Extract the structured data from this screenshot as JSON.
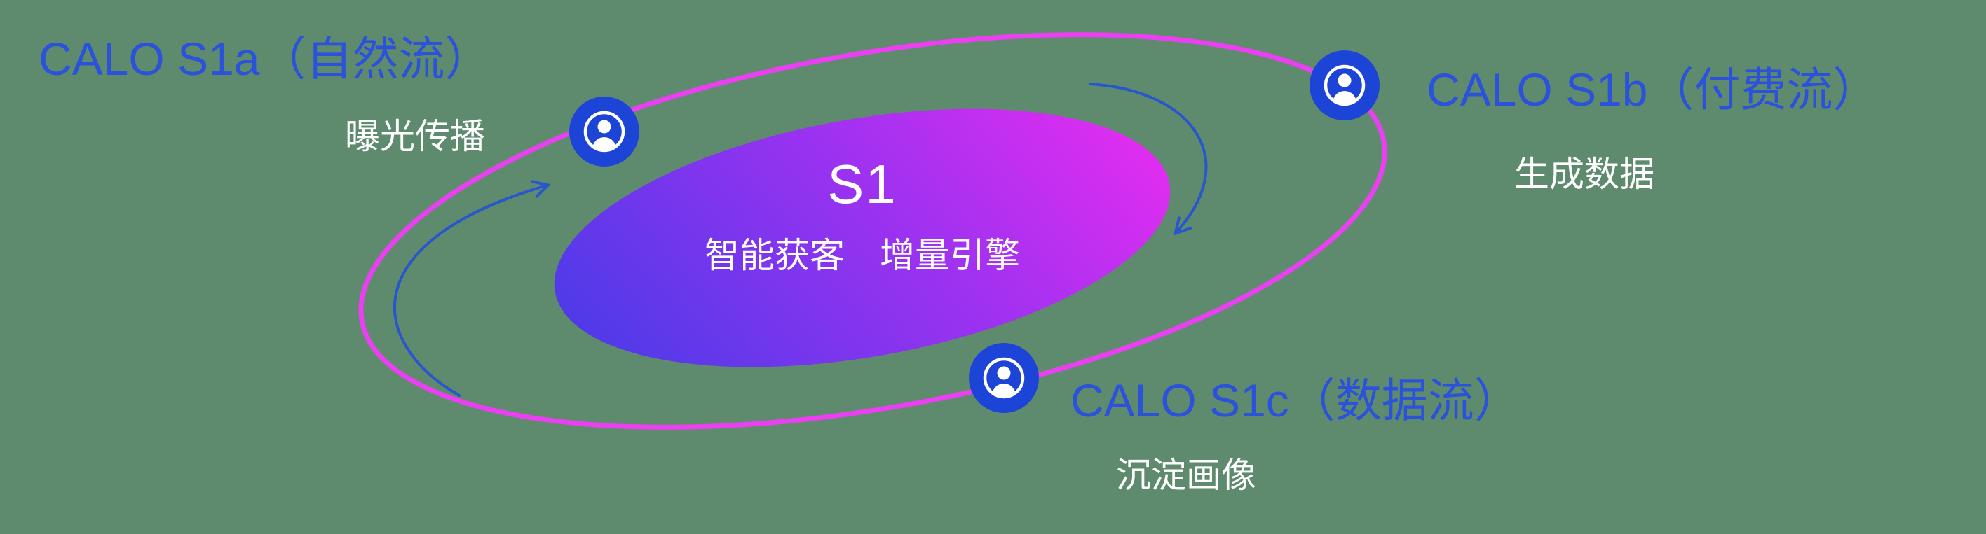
{
  "colors": {
    "background": "#5E8B6E",
    "accent_blue": "#2B52DB",
    "node_blue": "#1C45D8",
    "orbit_pink": "#EB3FF2",
    "gradient_start": "#4B3BE8",
    "gradient_mid": "#9B32F0",
    "gradient_end": "#E02DF0",
    "arrow_blue": "#2857CC",
    "text_white": "#FFFFFF"
  },
  "core": {
    "title": "S1",
    "subtitle": "智能获客　增量引擎"
  },
  "nodes": [
    {
      "id": "s1a",
      "title": "CALO S1a（自然流）",
      "subtitle": "曝光传播"
    },
    {
      "id": "s1b",
      "title": "CALO S1b（付费流）",
      "subtitle": "生成数据"
    },
    {
      "id": "s1c",
      "title": "CALO S1c（数据流）",
      "subtitle": "沉淀画像"
    }
  ],
  "icons": {
    "node_icon": "user-icon"
  }
}
